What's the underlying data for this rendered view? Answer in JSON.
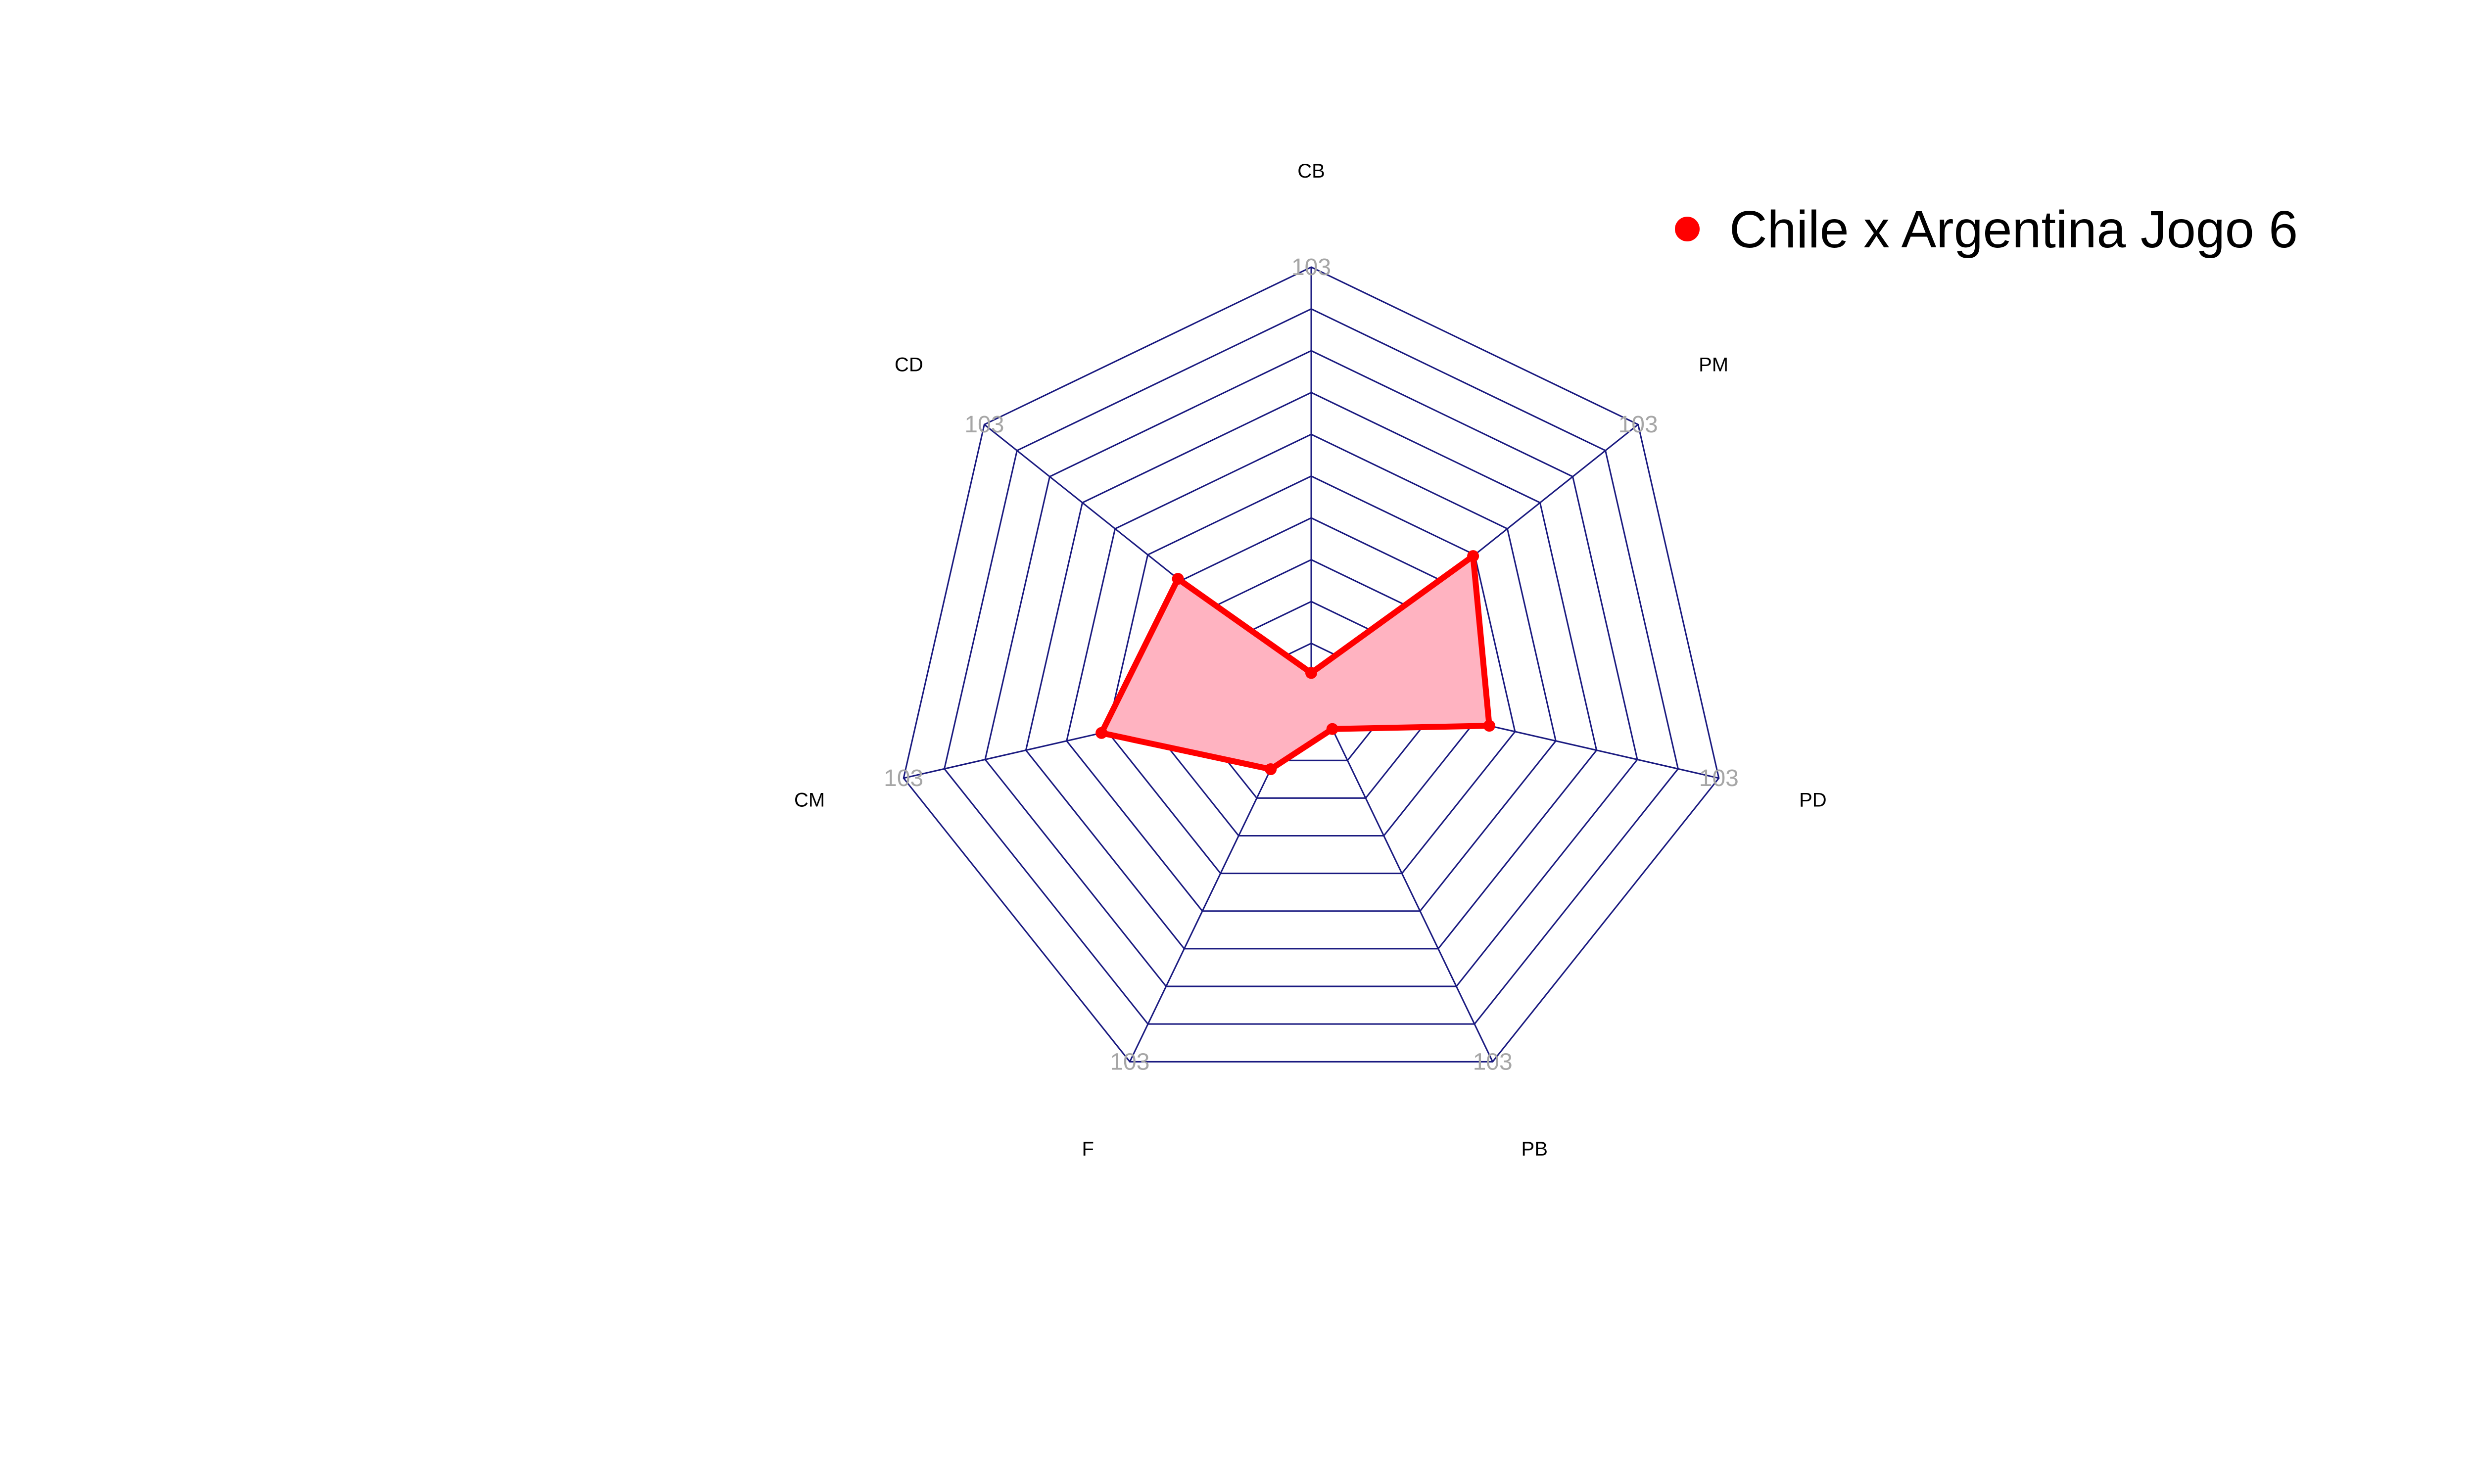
{
  "chart_data": {
    "type": "radar",
    "axes": [
      "CB",
      "PM",
      "PD",
      "PB",
      "F",
      "CM",
      "CD"
    ],
    "max": 103,
    "min": 0,
    "grid_levels": 10,
    "axis_max_label": "103",
    "series": [
      {
        "name": "Chile x Argentina Jogo 6",
        "values": [
          3,
          51,
          45,
          12,
          23,
          53,
          42
        ]
      }
    ],
    "legend_position": "top-right",
    "colors": {
      "grid": "#1a1a80",
      "series_line": "#ff0000",
      "series_fill": "#ffb3c1",
      "tick_label": "#a6a6a6"
    }
  }
}
